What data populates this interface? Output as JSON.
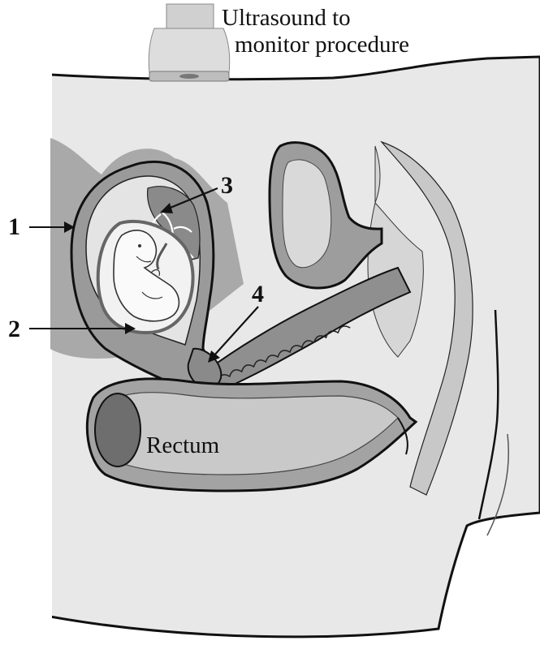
{
  "caption": {
    "line1": "Ultrasound to",
    "line2": "monitor procedure"
  },
  "labels": {
    "one": "1",
    "two": "2",
    "three": "3",
    "four": "4",
    "rectum": "Rectum"
  },
  "colors": {
    "background": "#ffffff",
    "body_fill": "#e6e6e6",
    "tissue_dark": "#9a9a9a",
    "tissue_mid": "#bdbdbd",
    "outline": "#111111",
    "probe": "#cfcfcf"
  }
}
